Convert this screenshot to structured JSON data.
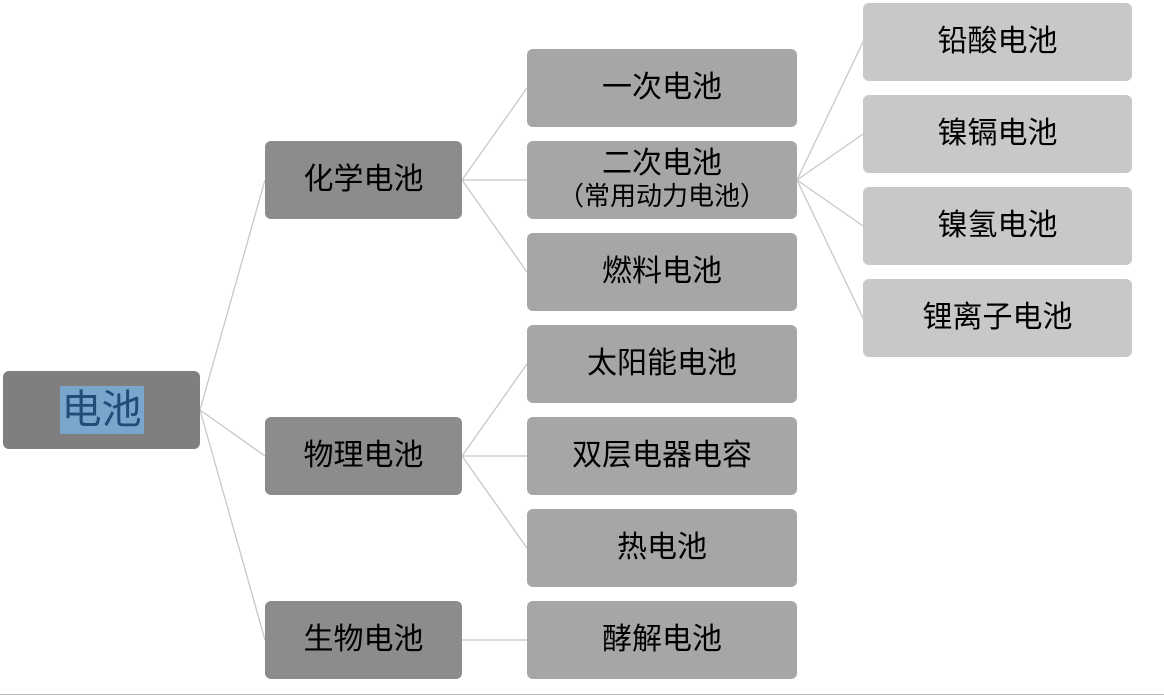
{
  "diagram": {
    "root": {
      "label": "电池"
    },
    "level1": {
      "chemical": {
        "label": "化学电池"
      },
      "physical": {
        "label": "物理电池"
      },
      "biological": {
        "label": "生物电池"
      }
    },
    "level2": {
      "primary": {
        "label": "一次电池"
      },
      "secondary": {
        "label": "二次电池",
        "sublabel": "（常用动力电池）"
      },
      "fuel": {
        "label": "燃料电池"
      },
      "solar": {
        "label": "太阳能电池"
      },
      "supercap": {
        "label": "双层电器电容"
      },
      "thermal": {
        "label": "热电池"
      },
      "enzyme": {
        "label": "酵解电池"
      }
    },
    "level3": {
      "lead_acid": {
        "label": "铅酸电池"
      },
      "nicd": {
        "label": "镍镉电池"
      },
      "nimh": {
        "label": "镍氢电池"
      },
      "li_ion": {
        "label": "锂离子电池"
      }
    },
    "colors": {
      "root_fill": "#7f7f7f",
      "level1_fill": "#8c8c8c",
      "level2_fill": "#a6a6a6",
      "level3_fill": "#c8c8c8",
      "root_text_highlight": "#7aa6cb",
      "root_text": "#1f4e79",
      "connector": "#c8c8c8"
    }
  }
}
